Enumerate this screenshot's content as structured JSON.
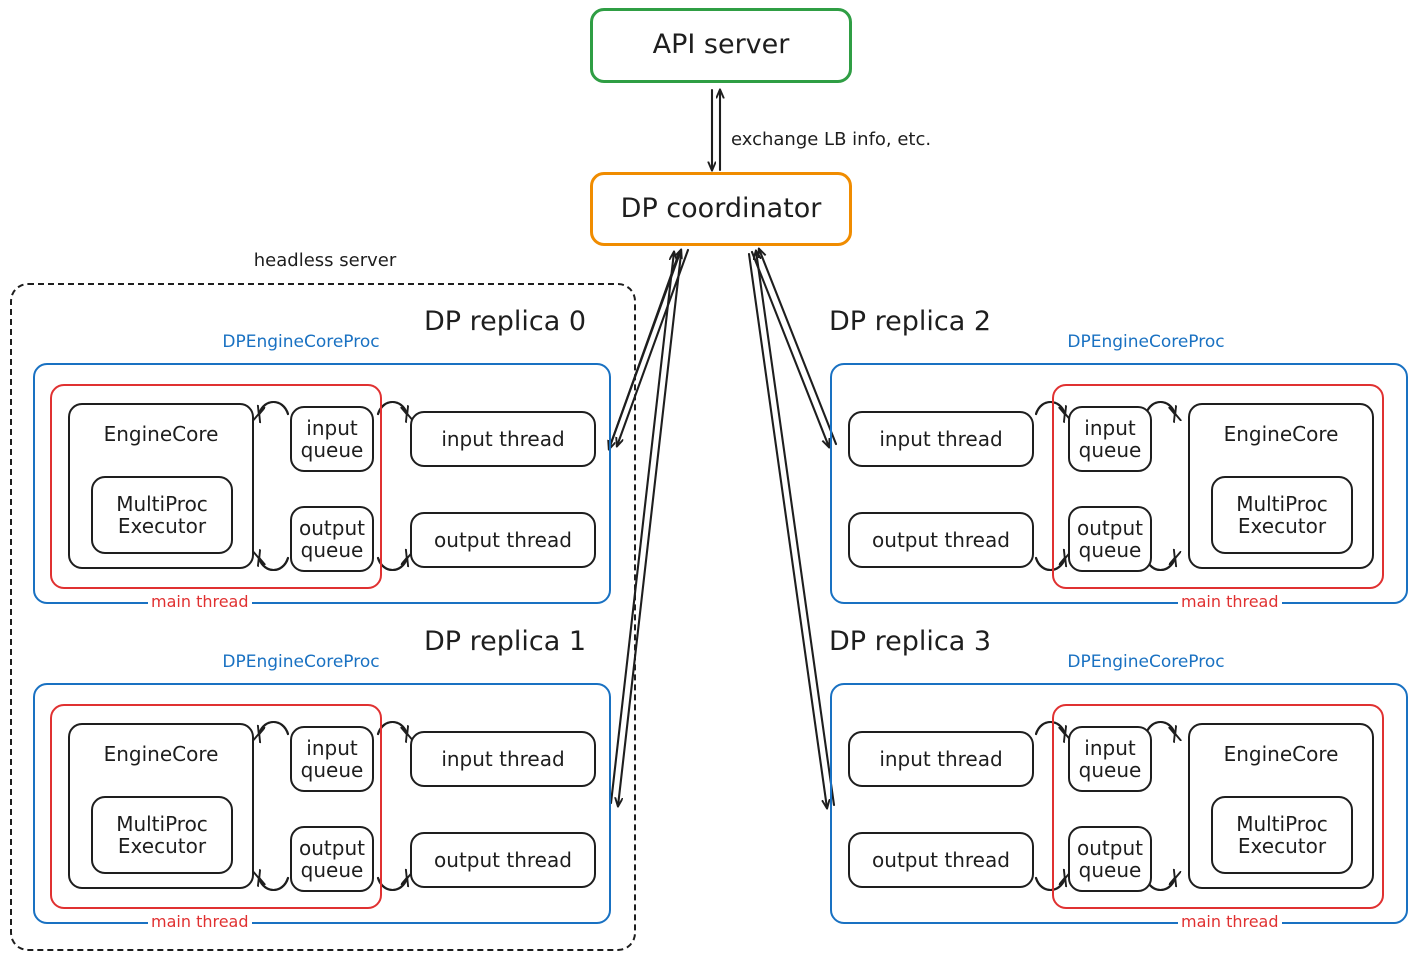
{
  "diagram": {
    "title_nodes": {
      "api_server": "API server",
      "dp_coordinator": "DP coordinator"
    },
    "edge_labels": {
      "coordinator_api": "exchange LB info, etc."
    },
    "enclosure": {
      "headless_server": "headless server"
    },
    "colors": {
      "api_server_stroke": "#2f9e44",
      "coordinator_stroke": "#f08c00",
      "proc_stroke": "#1971c2",
      "main_thread_stroke": "#e03131",
      "node_stroke": "#1e1e1e",
      "background": "#ffffff"
    },
    "replicas": [
      {
        "title": "DP replica 0",
        "proc_label": "DPEngineCoreProc",
        "thread_label": "main thread",
        "side": "left",
        "engine_core": "EngineCore",
        "executor": "MultiProc\nExecutor",
        "input_queue": "input\nqueue",
        "output_queue": "output\nqueue",
        "input_thread": "input thread",
        "output_thread": "output thread"
      },
      {
        "title": "DP replica 1",
        "proc_label": "DPEngineCoreProc",
        "thread_label": "main thread",
        "side": "left",
        "engine_core": "EngineCore",
        "executor": "MultiProc\nExecutor",
        "input_queue": "input\nqueue",
        "output_queue": "output\nqueue",
        "input_thread": "input thread",
        "output_thread": "output thread"
      },
      {
        "title": "DP replica 2",
        "proc_label": "DPEngineCoreProc",
        "thread_label": "main thread",
        "side": "right",
        "engine_core": "EngineCore",
        "executor": "MultiProc\nExecutor",
        "input_queue": "input\nqueue",
        "output_queue": "output\nqueue",
        "input_thread": "input thread",
        "output_thread": "output thread"
      },
      {
        "title": "DP replica 3",
        "proc_label": "DPEngineCoreProc",
        "thread_label": "main thread",
        "side": "right",
        "engine_core": "EngineCore",
        "executor": "MultiProc\nExecutor",
        "input_queue": "input\nqueue",
        "output_queue": "output\nqueue",
        "input_thread": "input thread",
        "output_thread": "output thread"
      }
    ]
  }
}
